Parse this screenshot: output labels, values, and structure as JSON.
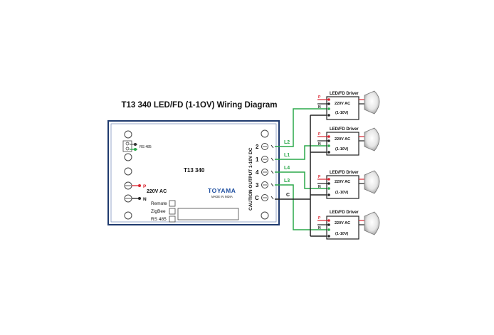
{
  "title": "T13 340 LED/FD (1-1OV) Wiring Diagram",
  "device": {
    "model": "T13 340",
    "brand": "TOYAMA",
    "brand_sub": "MADE IN INDIA",
    "rs485_small": "RS 485",
    "power_label": "220V AC",
    "phase": "P",
    "neutral": "N",
    "indicators": [
      "Remote",
      "ZigBee",
      "RS 485"
    ],
    "caution": "CAUTION OUTPUT 1-10V DC",
    "terminals": [
      "2",
      "1",
      "4",
      "3",
      "C"
    ]
  },
  "wire_labels": [
    "L2",
    "L1",
    "L4",
    "L3",
    "C"
  ],
  "drivers": [
    {
      "title": "LED/FD Driver",
      "p": "P",
      "n": "N",
      "ac": "220V AC",
      "dim": "(1-10V)"
    },
    {
      "title": "LED/FD Driver",
      "p": "P",
      "n": "N",
      "ac": "220V AC",
      "dim": "(1-10V)"
    },
    {
      "title": "LED/FD Driver",
      "p": "P",
      "n": "N",
      "ac": "220V AC",
      "dim": "(1-10V)"
    },
    {
      "title": "LED/FD Driver",
      "p": "P",
      "n": "N",
      "ac": "220V AC",
      "dim": "(1-10V)"
    }
  ],
  "colors": {
    "green_wire": "#2aa84a",
    "red_wire": "#d9232e",
    "device_border": "#1f3a6e",
    "brand": "#1f4fa0"
  }
}
